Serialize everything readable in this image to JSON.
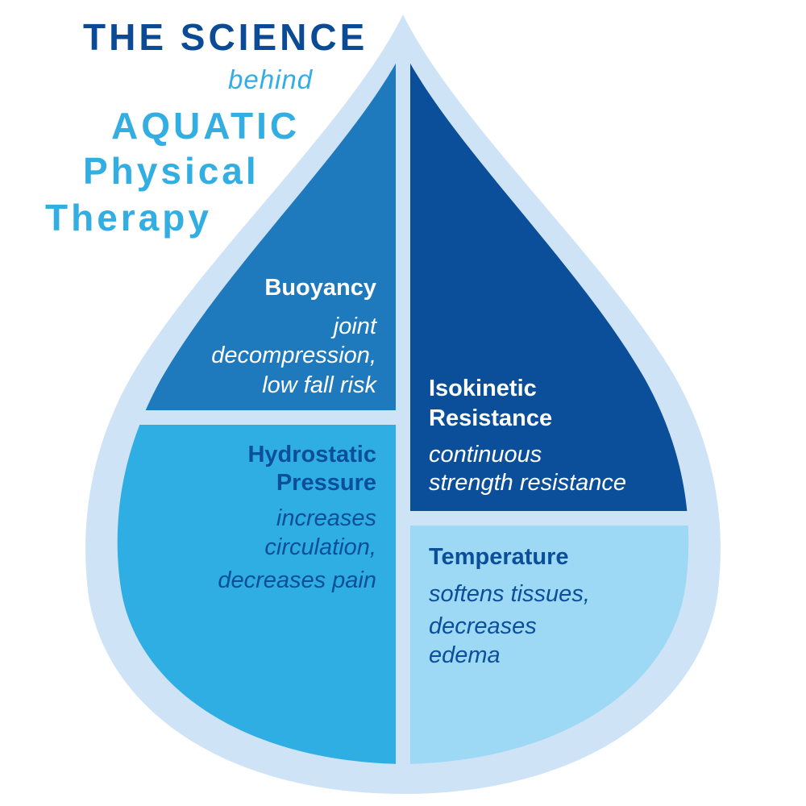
{
  "title": {
    "line1": "THE SCIENCE",
    "line2": "behind",
    "line3": "AQUATIC",
    "line4": "Physical",
    "line5": "Therapy"
  },
  "sections": {
    "buoyancy": {
      "heading": "Buoyancy",
      "desc": [
        "joint",
        "decompression,",
        "low fall risk"
      ]
    },
    "isokinetic": {
      "heading": [
        "Isokinetic",
        "Resistance"
      ],
      "desc": [
        "continuous",
        "strength resistance"
      ]
    },
    "hydrostatic": {
      "heading": [
        "Hydrostatic",
        "Pressure"
      ],
      "desc": [
        "increases",
        "circulation,",
        "decreases pain"
      ]
    },
    "temperature": {
      "heading": "Temperature",
      "desc": [
        "softens tissues,",
        "decreases",
        "edema"
      ]
    }
  },
  "colors": {
    "outer_drop": "#cfe3f6",
    "buoyancy": "#1f79bd",
    "isokinetic": "#0b4f9a",
    "hydrostatic": "#2eaee3",
    "temperature": "#9dd8f5",
    "dark_text": "#0b4f9a",
    "title_dark": "#0b4a94",
    "title_light": "#33aee3"
  }
}
